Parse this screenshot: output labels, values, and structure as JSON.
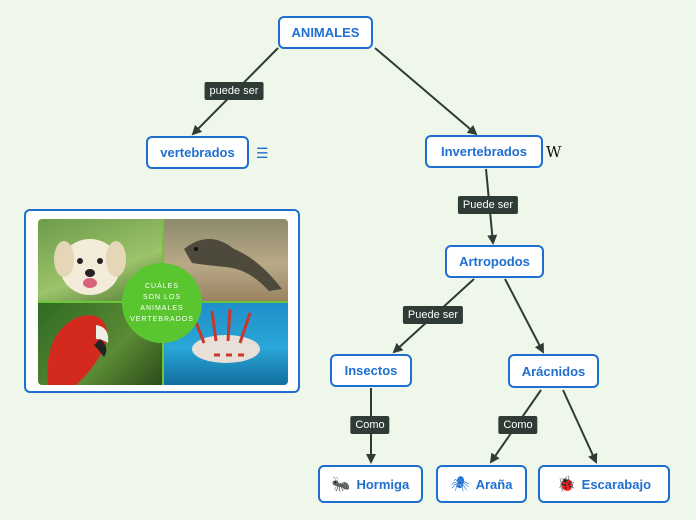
{
  "nodes": {
    "animales": "ANIMALES",
    "vertebrados": "vertebrados",
    "invertebrados": "Invertebrados",
    "artropodos": "Artropodos",
    "insectos": "Insectos",
    "aracnidos": "Arácnidos",
    "hormiga": "Hormiga",
    "arana": "Araña",
    "escarabajo": "Escarabajo"
  },
  "edge_labels": {
    "animales_vertebrados": "puede ser",
    "invertebrados_artropodos": "Puede ser",
    "artropodos_insectos": "Puede ser",
    "insectos_hormiga": "Como",
    "aracnidos_arana": "Como"
  },
  "icons": {
    "vertebrados_note": "☰",
    "invertebrados_wiki": "W",
    "hormiga": "🐜",
    "arana": "🕷",
    "escarabajo": "🐞"
  },
  "image_card": {
    "caption_lines": [
      "CUÁLES",
      "SON LOS",
      "ANIMALES",
      "VERTEBRADOS"
    ]
  },
  "colors": {
    "background": "#eef7ea",
    "node_border": "#1e6fd0",
    "edge": "#2f3b35",
    "edge_label_bg": "#2f3b35",
    "circle": "#59c630"
  }
}
